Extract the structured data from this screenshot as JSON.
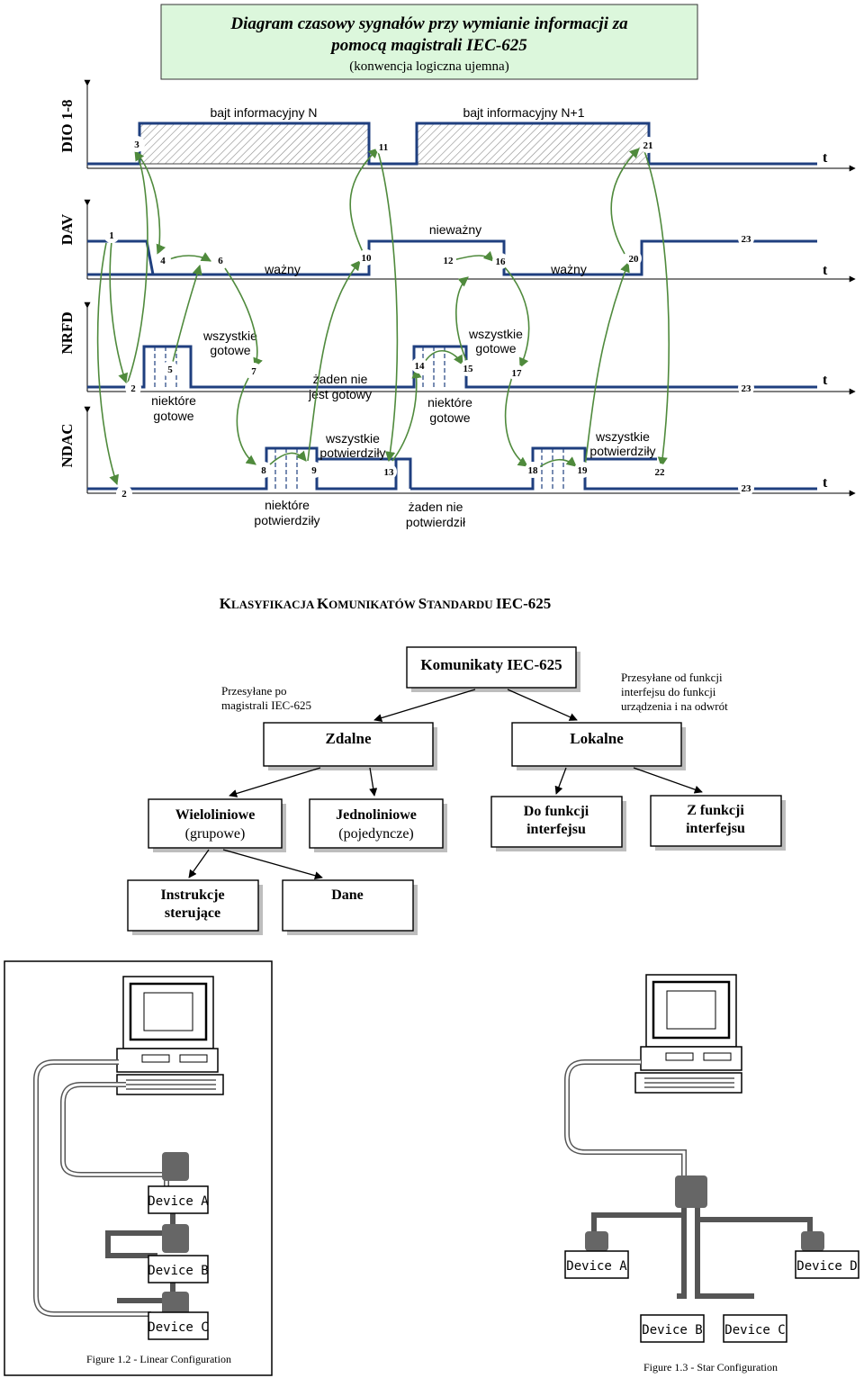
{
  "title": {
    "line1": "Diagram czasowy sygnałów przy wymianie informacji za",
    "line2": "pomocą magistrali IEC-625",
    "line3": "(konwencja logiczna ujemna)"
  },
  "signals": {
    "dio": "DIO 1-8",
    "dav": "DAV",
    "nrfd": "NRFD",
    "ndac": "NDAC"
  },
  "time_axis_label": "t",
  "labels": {
    "byte_n": "bajt informacyjny N",
    "byte_n1": "bajt informacyjny N+1",
    "niewazny": "nieważny",
    "wazny": "ważny",
    "wszystkie_1": "wszystkie",
    "gotowe_1": "gotowe",
    "wszystkie_2": "wszystkie",
    "gotowe_2": "gotowe",
    "niektore_1": "niektóre",
    "gotowe_3": "gotowe",
    "niektore_2": "niektóre",
    "gotowe_4": "gotowe",
    "zaden_nie": "żaden nie",
    "jest_gotowy": "jest gotowy",
    "wszystkie_3": "wszystkie",
    "potwierdzily_1": "potwierdziły",
    "wszystkie_4": "wszystkie",
    "potwierdzily_2": "potwierdziły",
    "niektore_3": "niektóre",
    "potwierdzily_3": "potwierdziły",
    "zaden_nie_2": "żaden nie",
    "potwierdzil": "potwierdził"
  },
  "steps": [
    "1",
    "2",
    "2",
    "3",
    "4",
    "5",
    "6",
    "7",
    "8",
    "9",
    "10",
    "11",
    "12",
    "13",
    "14",
    "15",
    "16",
    "17",
    "18",
    "19",
    "20",
    "21",
    "22",
    "23",
    "23",
    "23"
  ],
  "classification": {
    "heading_k": "K",
    "heading_r1": "LASYFIKACJA ",
    "heading_k2": "K",
    "heading_r2": "OMUNIKATÓW ",
    "heading_s": "S",
    "heading_r3": "TANDARDU ",
    "heading_iec": "IEC-625",
    "root": "Komunikaty IEC-625",
    "note_left_1": "Przesyłane po",
    "note_left_2": "magistrali IEC-625",
    "note_right_1": "Przesyłane od funkcji",
    "note_right_2": "interfejsu do funkcji",
    "note_right_3": "urządzenia i na odwrót",
    "zdalne": "Zdalne",
    "lokalne": "Lokalne",
    "wieloliniowe_1": "Wieloliniowe",
    "wieloliniowe_2": "(grupowe)",
    "jednoliniowe_1": "Jednoliniowe",
    "jednoliniowe_2": "(pojedyncze)",
    "do_funkcji_1": "Do funkcji",
    "do_funkcji_2": "interfejsu",
    "z_funkcji_1": "Z funkcji",
    "z_funkcji_2": "interfejsu",
    "instrukcje_1": "Instrukcje",
    "instrukcje_2": "sterujące",
    "dane": "Dane"
  },
  "figures": {
    "linear_devices": [
      "Device A",
      "Device B",
      "Device C"
    ],
    "linear_caption": "Figure 1.2 - Linear Configuration",
    "star_devices": [
      "Device A",
      "Device D",
      "Device B",
      "Device C"
    ],
    "star_caption": "Figure 1.3 - Star Configuration"
  },
  "colors": {
    "title_bg": "#dcf7dc",
    "arrow": "#4f8a3c",
    "signal": "#1f3f7f",
    "hatch": "#777777"
  }
}
